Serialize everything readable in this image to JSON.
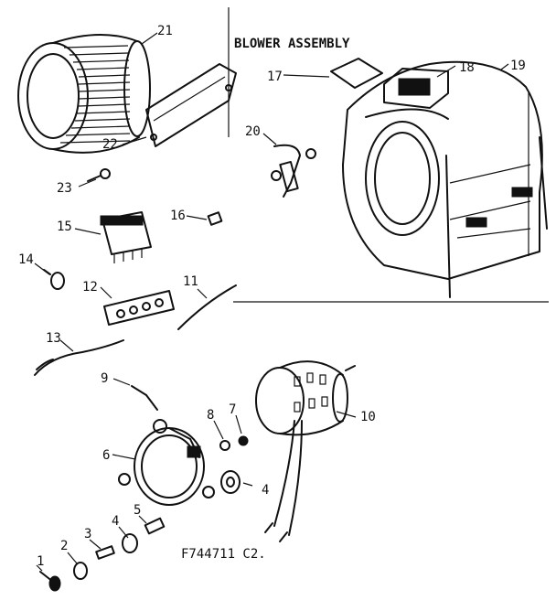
{
  "diagram": {
    "title": "BLOWER ASSEMBLY",
    "figure_code": "F744711 C2.",
    "callouts": [
      "1",
      "2",
      "3",
      "4",
      "5",
      "6",
      "7",
      "8",
      "9",
      "10",
      "11",
      "12",
      "13",
      "14",
      "15",
      "16",
      "17",
      "18",
      "19",
      "20",
      "21",
      "22",
      "23"
    ],
    "icons": [
      "blower-wheel",
      "blower-housing",
      "motor",
      "capacitor",
      "terminal-strip",
      "motor-mount",
      "wire-harness"
    ]
  }
}
